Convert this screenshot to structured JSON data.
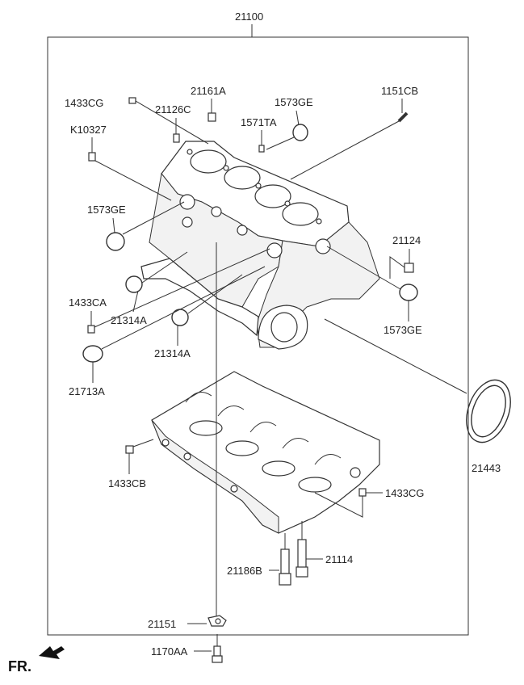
{
  "diagram": {
    "main_label": "21100",
    "front_marker": "FR.",
    "callouts": {
      "c_1433CG_top": "1433CG",
      "c_21161A": "21161A",
      "c_21126C": "21126C",
      "c_1573GE_top": "1573GE",
      "c_1571TA": "1571TA",
      "c_1151CB": "1151CB",
      "c_K10327": "K10327",
      "c_1573GE_left": "1573GE",
      "c_21124": "21124",
      "c_1433CA": "1433CA",
      "c_21314A_left": "21314A",
      "c_1573GE_right": "1573GE",
      "c_21314A_mid": "21314A",
      "c_21713A": "21713A",
      "c_21443": "21443",
      "c_1433CB": "1433CB",
      "c_1433CG_bottom": "1433CG",
      "c_21186B": "21186B",
      "c_21114": "21114",
      "c_21151": "21151",
      "c_1170AA": "1170AA"
    }
  }
}
